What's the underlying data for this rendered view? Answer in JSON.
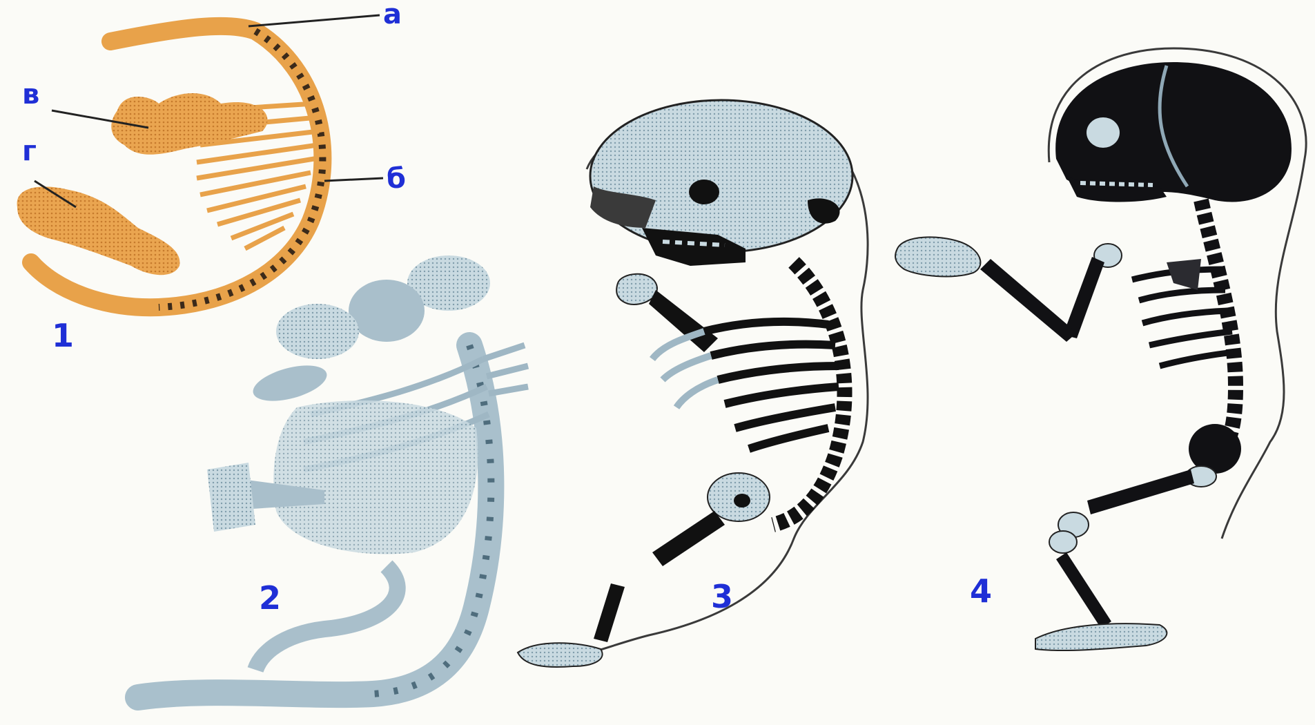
{
  "figure": {
    "stage_labels": [
      "1",
      "2",
      "3",
      "4"
    ],
    "part_labels": {
      "a": "а",
      "b": "б",
      "v": "в",
      "g": "г"
    }
  },
  "colors": {
    "background": "#fbfbf7",
    "label": "#1f2fd6",
    "embryo_cartilage": "#e8a24a",
    "embryo_dark": "#b8702a",
    "skeleton_light": "#b9cdd6",
    "skeleton_mid": "#8fa8b6",
    "bone": "#111114",
    "outline": "#3a3a3a"
  }
}
